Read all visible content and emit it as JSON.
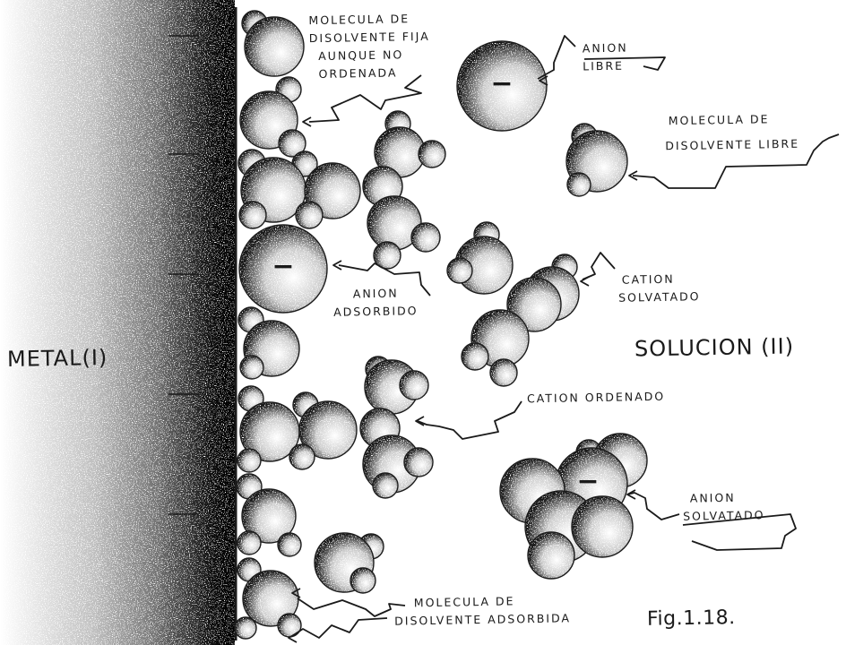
{
  "labels": {
    "metal": "METAL(I)",
    "solution": "SOLUCION (II)",
    "fixed_solvent": [
      "MOLECULA DE",
      "DISOLVENTE FIJA",
      "AUNQUE NO",
      "ORDENADA"
    ],
    "free_anion": [
      "ANION",
      "LIBRE"
    ],
    "free_solvent": [
      "MOLECULA DE",
      "DISOLVENTE LIBRE"
    ],
    "adsorbed_anion": [
      "ANION",
      "ADSORBIDO"
    ],
    "solvated_cation": [
      "CATION",
      "SOLVATADO"
    ],
    "ordered_cation": "CATION ORDENADO",
    "solvated_anion": [
      "ANION",
      "SOLVATADO"
    ],
    "adsorbed_solvent": [
      "MOLECULA DE",
      "DISOLVENTE ADSORBIDA"
    ],
    "figure": "Fig.1.18."
  },
  "colors": {
    "ink": "#1a1a1a",
    "paper": "#ffffff"
  },
  "ion_sign_anion": "−"
}
